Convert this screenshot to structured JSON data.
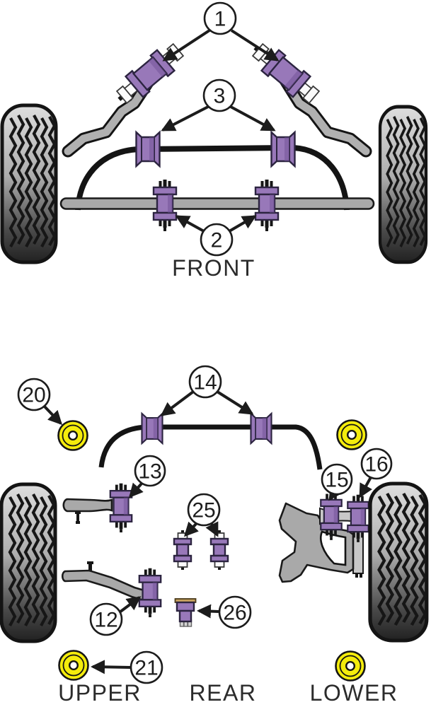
{
  "diagram": {
    "type": "suspension-bushing-fitment-diagram",
    "front": {
      "label": "FRONT",
      "callouts": {
        "c1": "1",
        "c2": "2",
        "c3": "3"
      }
    },
    "rear": {
      "labels": {
        "upper": "UPPER",
        "rear": "REAR",
        "lower": "LOWER"
      },
      "callouts": {
        "c12": "12",
        "c13": "13",
        "c14": "14",
        "c15": "15",
        "c16": "16",
        "c20": "20",
        "c21": "21",
        "c25": "25",
        "c26": "26"
      }
    },
    "parts": {
      "1": "front-drop-link-bushings",
      "2": "front-tie-bar-bushings",
      "3": "front-anti-roll-bar-bushings",
      "12": "rear-lower-arm-bushing",
      "13": "rear-upper-arm-bushing",
      "14": "rear-anti-roll-bar-bushings",
      "15": "rear-link-bushing-inner",
      "16": "rear-link-bushing-outer",
      "20": "rear-upper-round-bushing",
      "21": "rear-upper-round-bushing",
      "25": "rear-small-link-bushings",
      "26": "rear-cup-bushing"
    },
    "colors": {
      "bushing_purple": "#9878b9",
      "bushing_purple_dark": "#6f4f96",
      "bushing_yellow": "#f4ec0c",
      "metal_gray": "#a9a9a9",
      "light_gray": "#c8c8c8",
      "washer_tan": "#c9a35f",
      "outline": "#1a1a1a"
    }
  }
}
